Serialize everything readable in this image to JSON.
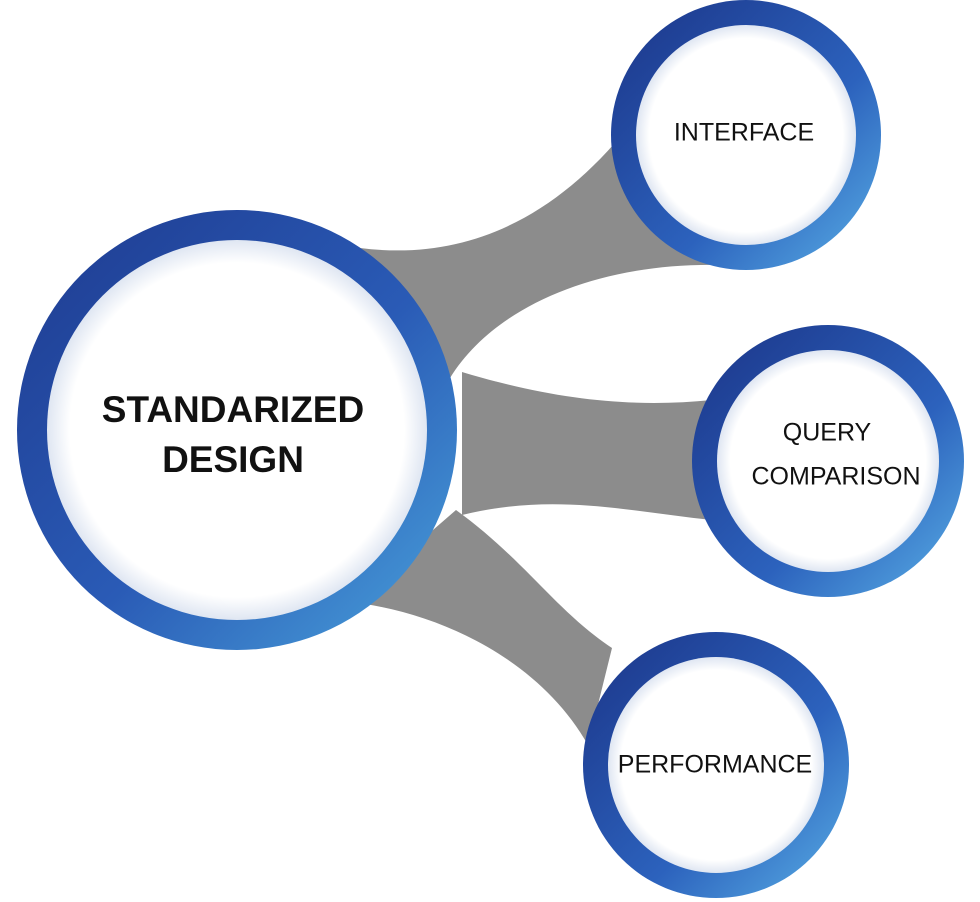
{
  "diagram": {
    "center": {
      "line1": "STANDARIZED",
      "line2": "DESIGN"
    },
    "nodes": [
      {
        "label": "INTERFACE"
      },
      {
        "label_line1": "QUERY",
        "label_line2": "COMPARISON"
      },
      {
        "label": "PERFORMANCE"
      }
    ]
  },
  "colors": {
    "ring_dark": "#1e3a8f",
    "ring_light": "#4aa3dc",
    "connector": "#8c8c8c",
    "text": "#111111"
  }
}
